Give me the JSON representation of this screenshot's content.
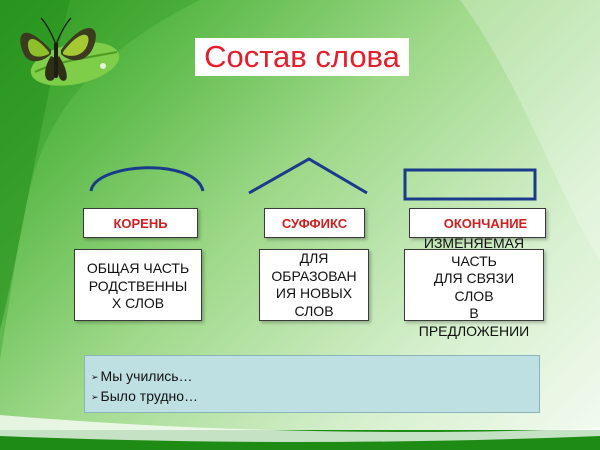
{
  "slide": {
    "title": "Состав слова"
  },
  "parts": [
    {
      "symbol_icon": "arc-root-symbol",
      "label": "КОРЕНЬ",
      "description_lines": [
        "ОБЩАЯ ЧАСТЬ",
        "РОДСТВЕННЫ",
        "Х СЛОВ"
      ]
    },
    {
      "symbol_icon": "caret-suffix-symbol",
      "label": "СУФФИКС",
      "description_lines": [
        "ДЛЯ",
        "ОБРАЗОВАН",
        "ИЯ НОВЫХ",
        "СЛОВ"
      ]
    },
    {
      "symbol_icon": "box-ending-symbol",
      "label": "ОКОНЧАНИЕ",
      "description_lines": [
        "ИЗМЕНЯЕМАЯ",
        "ЧАСТЬ",
        "ДЛЯ СВЯЗИ",
        "СЛОВ",
        "В",
        "ПРЕДЛОЖЕНИИ"
      ]
    }
  ],
  "notes": {
    "bullets": [
      "Мы учились…",
      "Было трудно…"
    ]
  },
  "colors": {
    "title_text": "#e41e2b",
    "label_text": "#d11f1f",
    "symbol_stroke": "#1a3a8c",
    "notes_background": "#bfe0e3"
  }
}
